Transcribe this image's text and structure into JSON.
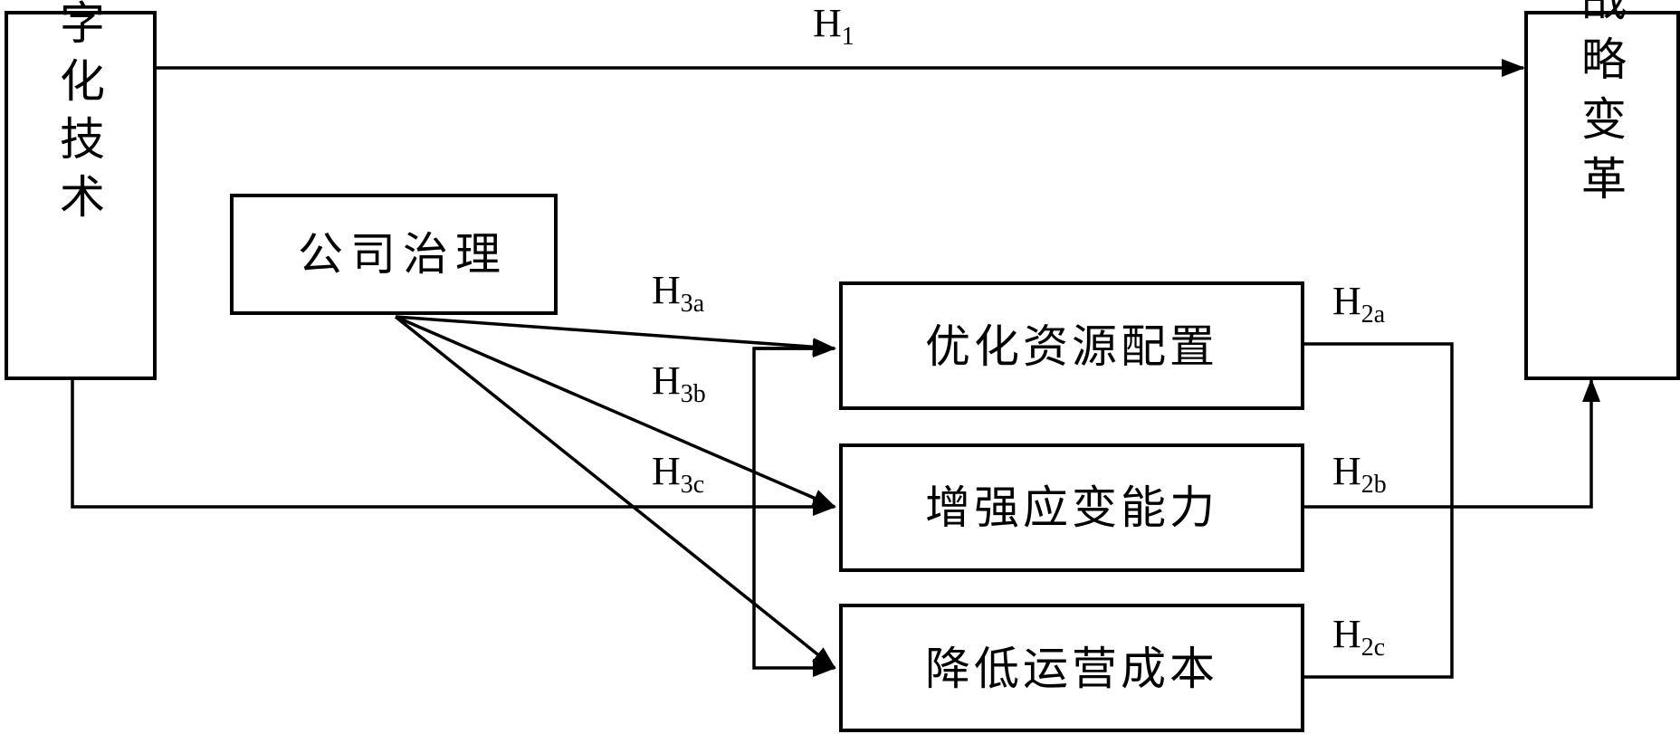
{
  "nodes": {
    "digital_tech": {
      "label": "数字化技术"
    },
    "strategic_change": {
      "label": "战略变革"
    },
    "corporate_governance": {
      "label": "公司治理"
    },
    "optimize_resources": {
      "label": "优化资源配置"
    },
    "enhance_adaptability": {
      "label": "增强应变能力"
    },
    "reduce_costs": {
      "label": "降低运营成本"
    }
  },
  "hypotheses": {
    "h1": {
      "main": "H",
      "sub": "1"
    },
    "h2a": {
      "main": "H",
      "sub": "2a"
    },
    "h2b": {
      "main": "H",
      "sub": "2b"
    },
    "h2c": {
      "main": "H",
      "sub": "2c"
    },
    "h3a": {
      "main": "H",
      "sub": "3a"
    },
    "h3b": {
      "main": "H",
      "sub": "3b"
    },
    "h3c": {
      "main": "H",
      "sub": "3c"
    }
  }
}
